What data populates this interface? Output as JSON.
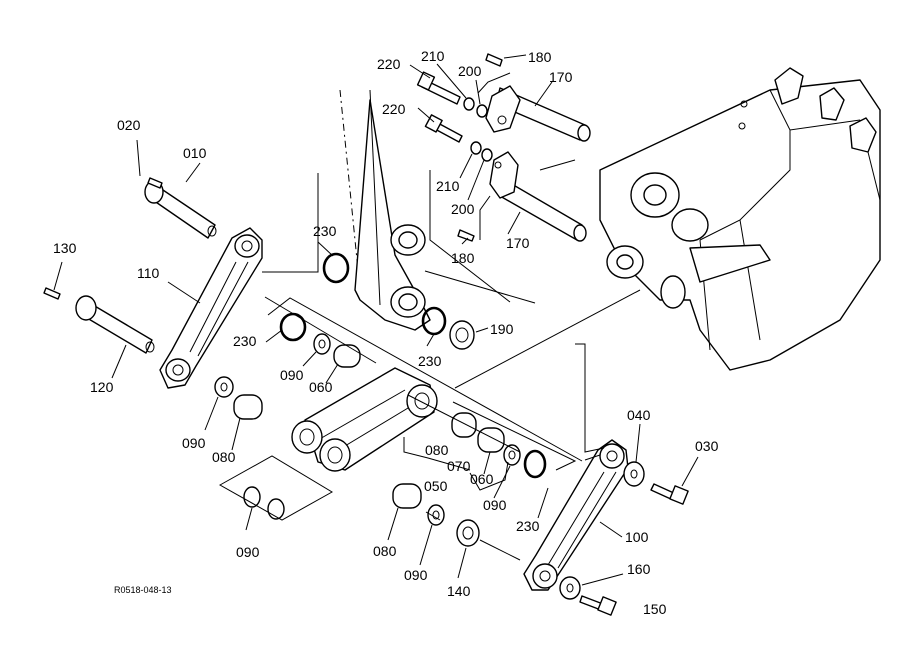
{
  "drawing_code": "R0518-048-13",
  "callouts": {
    "p010": "010",
    "p020": "020",
    "p030": "030",
    "p040": "040",
    "p050": "050",
    "p060a": "060",
    "p060b": "060",
    "p070": "070",
    "p080a": "080",
    "p080b": "080",
    "p080c": "080",
    "p090a": "090",
    "p090b": "090",
    "p090c": "090",
    "p090d": "090",
    "p090e": "090",
    "p100": "100",
    "p110": "110",
    "p120": "120",
    "p130": "130",
    "p140": "140",
    "p150": "150",
    "p160": "160",
    "p170a": "170",
    "p170b": "170",
    "p180a": "180",
    "p180b": "180",
    "p190": "190",
    "p200a": "200",
    "p200b": "200",
    "p210a": "210",
    "p210b": "210",
    "p220a": "220",
    "p220b": "220",
    "p230a": "230",
    "p230b": "230",
    "p230c": "230",
    "p230d": "230"
  }
}
